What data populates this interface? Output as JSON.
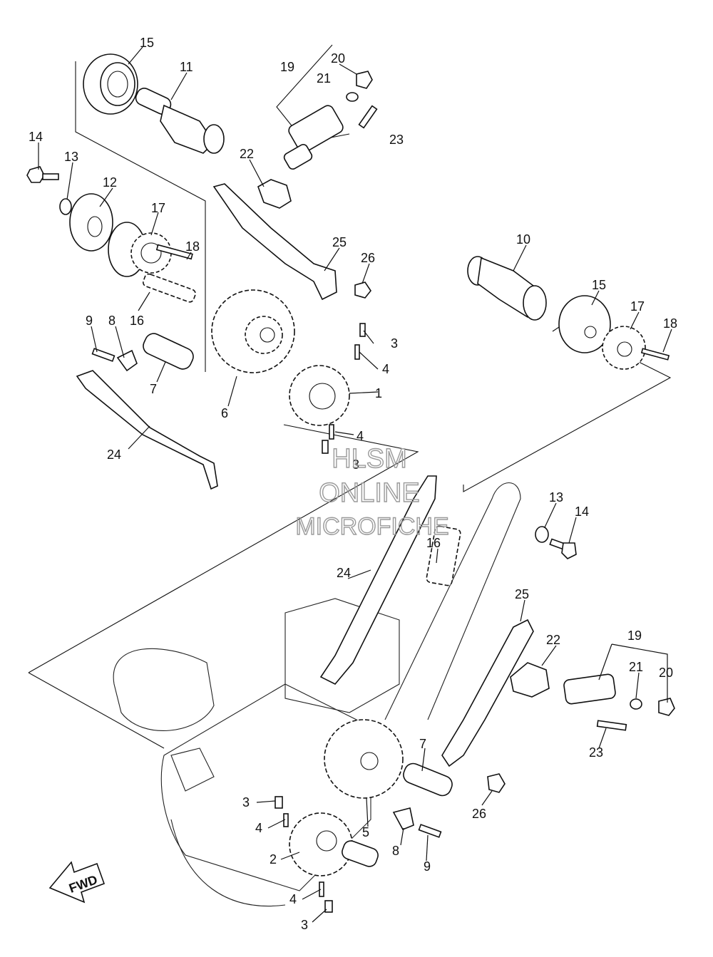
{
  "diagram": {
    "watermark": {
      "line1": "HLSM",
      "line2": "ONLINE",
      "line3": "MICROFICHE"
    },
    "direction_label": "FWD",
    "callouts": {
      "c15a": "15",
      "c11": "11",
      "c20a": "20",
      "c19a": "19",
      "c21a": "21",
      "c23a": "23",
      "c14a": "14",
      "c13a": "13",
      "c12": "12",
      "c17a": "17",
      "c18a": "18",
      "c22a": "22",
      "c25a": "25",
      "c26a": "26",
      "c10": "10",
      "c15b": "15",
      "c17b": "17",
      "c18b": "18",
      "c9a": "9",
      "c8a": "8",
      "c16a": "16",
      "c3a": "3",
      "c4a": "4",
      "c1": "1",
      "c7a": "7",
      "c6": "6",
      "c24a": "24",
      "c4b": "4",
      "c3b": "3",
      "c13b": "13",
      "c14b": "14",
      "c16b": "16",
      "c24b": "24",
      "c25b": "25",
      "c22b": "22",
      "c19b": "19",
      "c21b": "21",
      "c20b": "20",
      "c23b": "23",
      "c7b": "7",
      "c26b": "26",
      "c3c": "3",
      "c4c": "4",
      "c5": "5",
      "c2": "2",
      "c8b": "8",
      "c9b": "9",
      "c4d": "4",
      "c3d": "3"
    }
  }
}
